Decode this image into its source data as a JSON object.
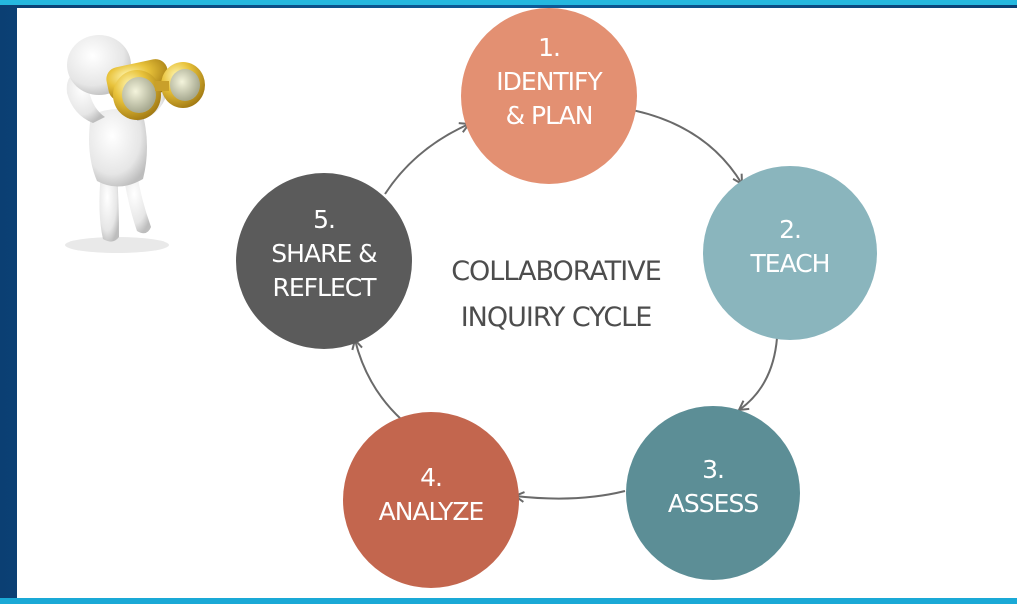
{
  "title": {
    "line1": "COLLABORATIVE",
    "line2": "INQUIRY CYCLE"
  },
  "steps": [
    {
      "lines": [
        "1.",
        "IDENTIFY",
        "& PLAN"
      ],
      "color": "#e39072"
    },
    {
      "lines": [
        "2.",
        "TEACH"
      ],
      "color": "#8ab5bd"
    },
    {
      "lines": [
        "3.",
        "ASSESS"
      ],
      "color": "#5c8e96"
    },
    {
      "lines": [
        "4.",
        "ANALYZE"
      ],
      "color": "#c3664e"
    },
    {
      "lines": [
        "5.",
        "SHARE &",
        "REFLECT"
      ],
      "color": "#5b5b5b"
    }
  ],
  "figure": {
    "icon": "person-with-binoculars-icon"
  },
  "colors": {
    "frame": "#0d5b99",
    "accent": "#25b8df",
    "arrow": "#6a6a6a",
    "center_text": "#4d4d4d"
  }
}
